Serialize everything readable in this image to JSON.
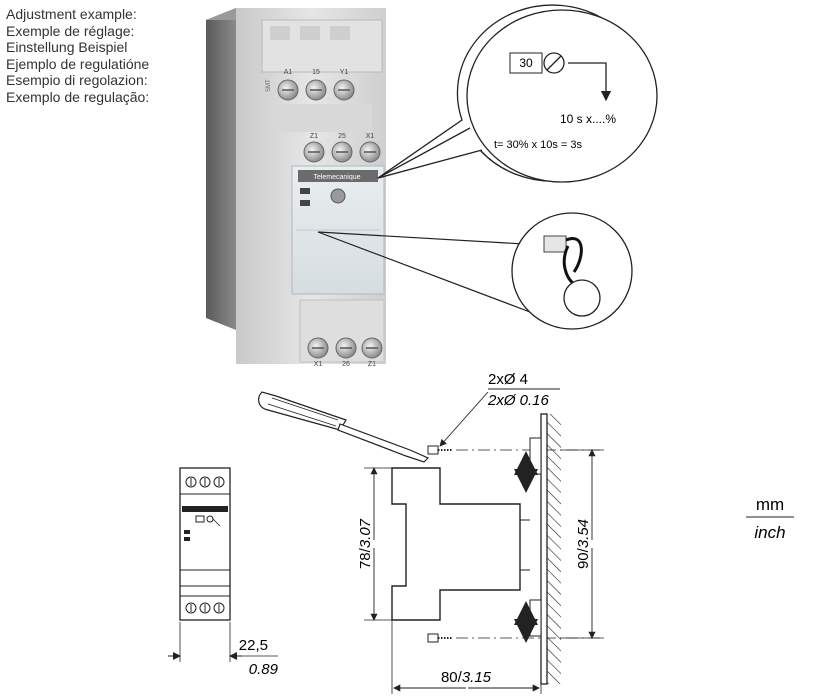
{
  "captions": [
    "Adjustment example:",
    "Exemple de réglage:",
    "Einstellung Beispiel",
    "Ejemplo de regulatióne",
    "Esempio di regolazion:",
    "Exemplo de regulação:"
  ],
  "device": {
    "brand": "Telemecanique",
    "top_terminals_row1": [
      "A1",
      "15",
      "Y1"
    ],
    "top_terminals_row2": [
      "Z1",
      "25",
      "X1"
    ],
    "bottom_terminals": [
      "X1",
      "26",
      "Z1"
    ],
    "side_label": "SMT"
  },
  "callout_setting": {
    "dial_value": "30",
    "range_text": "10 s x....%",
    "formula": "t= 30% x 10s = 3s"
  },
  "mounting": {
    "hole_metric": "2xØ 4",
    "hole_inch": "2xØ 0.16"
  },
  "dimensions": {
    "width_mm": "22,5",
    "width_inch": "0.89",
    "height_mm": "78",
    "height_inch": "3.07",
    "depth_mm": "80",
    "depth_inch": "3.15",
    "rail_mm": "90",
    "rail_inch": "3.54"
  },
  "units": {
    "metric": "mm",
    "imperial": "inch"
  }
}
